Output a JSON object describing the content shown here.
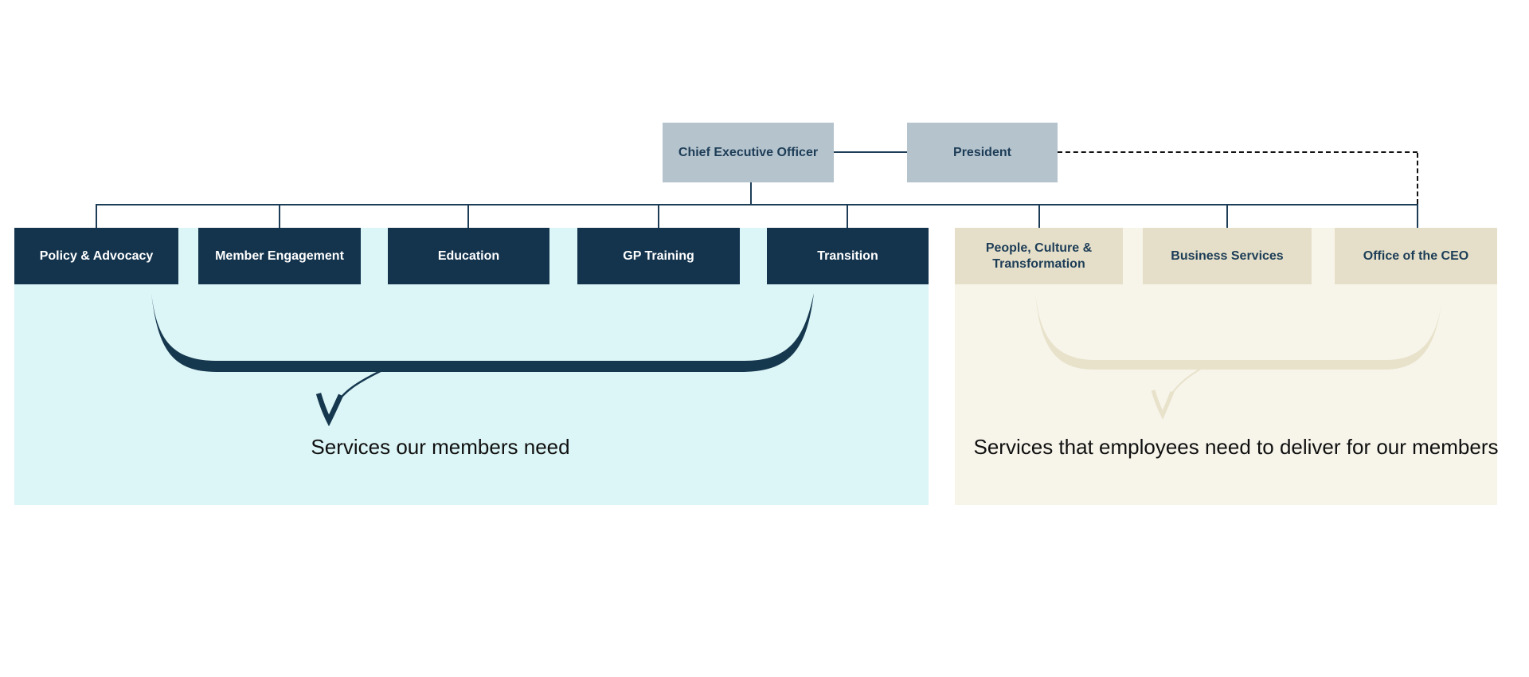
{
  "org": {
    "executives": {
      "ceo": "Chief Executive Officer",
      "president": "President"
    },
    "member_facing_departments": [
      "Policy & Advocacy",
      "Member Engagement",
      "Education",
      "GP Training",
      "Transition"
    ],
    "internal_departments": [
      "People, Culture & Transformation",
      "Business Services",
      "Office of the CEO"
    ]
  },
  "captions": {
    "left": "Services our members need",
    "right": "Services that employees need to deliver for our members"
  },
  "colors": {
    "navy_box": "#14344e",
    "navy_line": "#1d3d57",
    "exec_box": "#b5c3cd",
    "sand_box": "#e5dfc9",
    "cyan_panel": "#dcf5f6",
    "beige_panel": "#f7f5ea",
    "left_brace": "#16384f",
    "right_brace": "#e8e2cb",
    "dashed_line": "#111111",
    "caption_text": "#101010"
  }
}
